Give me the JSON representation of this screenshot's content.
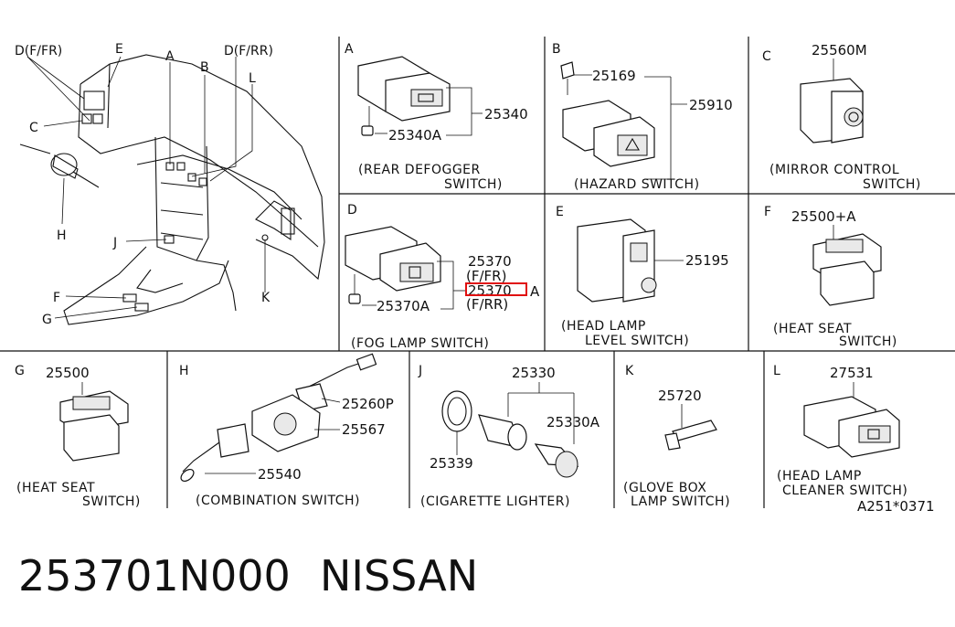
{
  "main_view": {
    "callouts": [
      {
        "text": "D(F/FR)",
        "id": "d-fr"
      },
      {
        "text": "E",
        "id": "e"
      },
      {
        "text": "A",
        "id": "a"
      },
      {
        "text": "B",
        "id": "b"
      },
      {
        "text": "D(F/RR)",
        "id": "d-rr"
      },
      {
        "text": "L",
        "id": "l"
      },
      {
        "text": "C",
        "id": "c"
      },
      {
        "text": "H",
        "id": "h"
      },
      {
        "text": "J",
        "id": "j"
      },
      {
        "text": "F",
        "id": "f"
      },
      {
        "text": "G",
        "id": "g"
      },
      {
        "text": "K",
        "id": "k"
      }
    ]
  },
  "panels": {
    "A": {
      "letter": "A",
      "parts": [
        "25340",
        "25340A"
      ],
      "caption": [
        "(REAR DEFOGGER",
        "SWITCH)"
      ]
    },
    "B": {
      "letter": "B",
      "parts": [
        "25169",
        "25910"
      ],
      "caption": [
        "(HAZARD SWITCH)"
      ]
    },
    "C": {
      "letter": "C",
      "parts": [
        "25560M"
      ],
      "caption": [
        "(MIRROR CONTROL",
        "SWITCH)"
      ]
    },
    "D": {
      "letter": "D",
      "parts": [
        "25370",
        "(F/FR)",
        "25370",
        "A",
        "(F/RR)",
        "25370A"
      ],
      "caption": [
        "(FOG LAMP SWITCH)"
      ]
    },
    "E": {
      "letter": "E",
      "parts": [
        "25195"
      ],
      "caption": [
        "(HEAD LAMP",
        "LEVEL SWITCH)"
      ]
    },
    "F": {
      "letter": "F",
      "parts": [
        "25500+A"
      ],
      "caption": [
        "(HEAT SEAT",
        "SWITCH)"
      ]
    },
    "G": {
      "letter": "G",
      "parts": [
        "25500"
      ],
      "caption": [
        "(HEAT SEAT",
        "SWITCH)"
      ]
    },
    "H": {
      "letter": "H",
      "parts": [
        "25260P",
        "25567",
        "25540"
      ],
      "caption": [
        "(COMBINATION SWITCH)"
      ]
    },
    "J": {
      "letter": "J",
      "parts": [
        "25330",
        "25330A",
        "25339"
      ],
      "caption": [
        "(CIGARETTE LIGHTER)"
      ]
    },
    "K": {
      "letter": "K",
      "parts": [
        "25720"
      ],
      "caption": [
        "(GLOVE BOX",
        "LAMP SWITCH)"
      ]
    },
    "L": {
      "letter": "L",
      "parts": [
        "27531"
      ],
      "caption": [
        "(HEAD LAMP",
        "CLEANER SWITCH)"
      ]
    }
  },
  "drawing_ref": "A251*0371",
  "part_number": "253701N000",
  "brand": "NISSAN",
  "highlight_color": "#e01010"
}
